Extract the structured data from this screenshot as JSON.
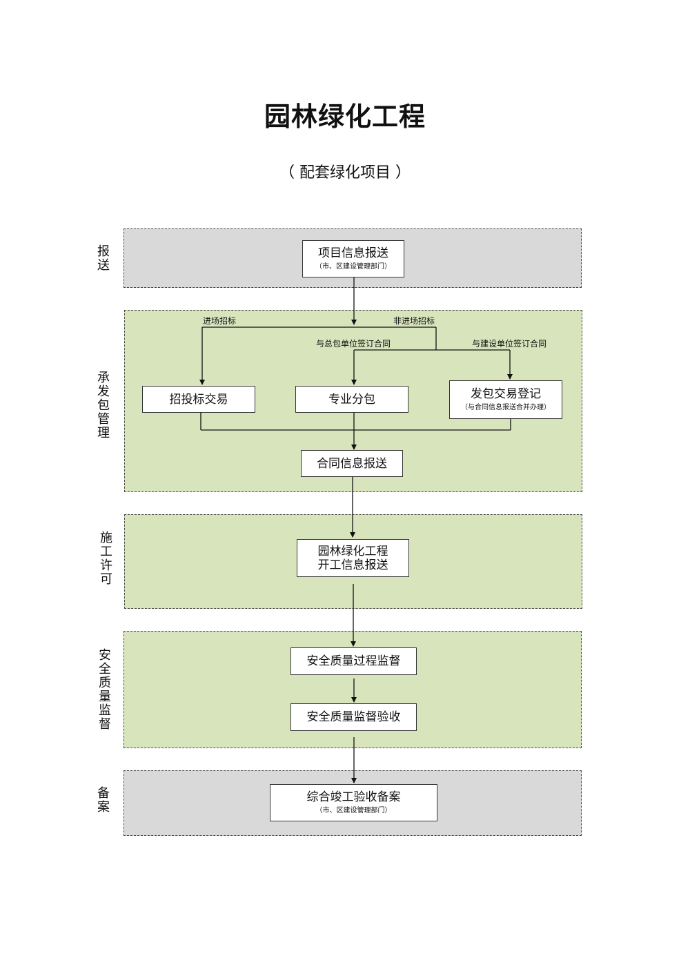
{
  "title": "园林绿化工程",
  "subtitle": "（ 配套绿化项目 ）",
  "stages": {
    "report": "报送",
    "contract": "承发包管理",
    "permit": "施工许可",
    "supervision": "安全质量监督",
    "filing": "备案"
  },
  "boxes": {
    "project_report": {
      "main": "项目信息报送",
      "sub": "（市、区建设管理部门）"
    },
    "bidding": {
      "main": "招投标交易"
    },
    "subcontract": {
      "main": "专业分包"
    },
    "registration": {
      "main": "发包交易登记",
      "sub": "（与合同信息报送合并办理）"
    },
    "contract_report": {
      "main": "合同信息报送"
    },
    "start_report": {
      "line1": "园林绿化工程",
      "line2": "开工信息报送"
    },
    "process_supervision": {
      "main": "安全质量过程监督"
    },
    "acceptance": {
      "main": "安全质量监督验收"
    },
    "completion_filing": {
      "main": "综合竣工验收备案",
      "sub": "（市、区建设管理部门）"
    }
  },
  "labels": {
    "onsite_bidding": "进场招标",
    "offsite_bidding": "非进场招标",
    "general_contract": "与总包单位签订合同",
    "owner_contract": "与建设单位签订合同"
  },
  "colors": {
    "gray_band": "#d9d9d9",
    "green_band": "#d8e4bc"
  }
}
